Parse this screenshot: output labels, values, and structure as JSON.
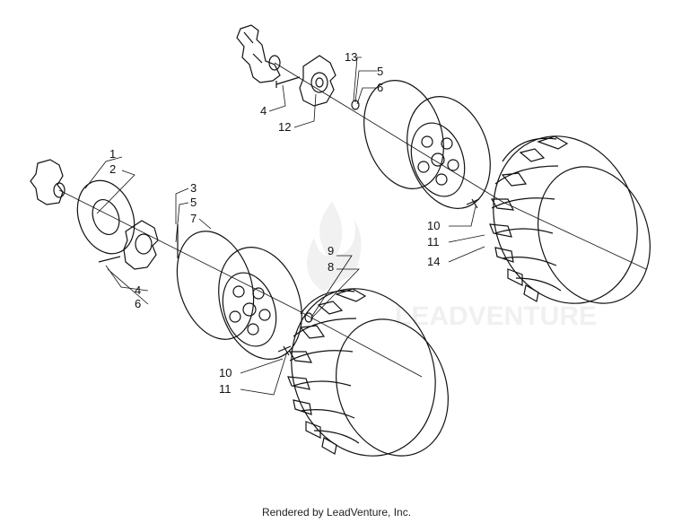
{
  "labels": {
    "l1": "1",
    "l2": "2",
    "l3": "3",
    "l5a": "5",
    "l7": "7",
    "l4a": "4",
    "l6a": "6",
    "l9": "9",
    "l8": "8",
    "l10a": "10",
    "l11a": "11",
    "l13": "13",
    "l5b": "5",
    "l6b": "6",
    "l4b": "4",
    "l12": "12",
    "l10b": "10",
    "l11b": "11",
    "l14": "14"
  },
  "watermark_text": "LEADVENTURE",
  "footer": "Rendered by LeadVenture, Inc."
}
